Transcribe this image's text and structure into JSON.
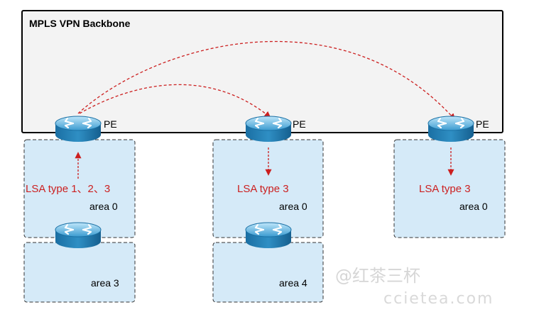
{
  "backbone": {
    "title": "MPLS VPN Backbone"
  },
  "pe_label": "PE",
  "sites": [
    {
      "lsa_label": "LSA type 1、2、3",
      "upper_area": "area 0",
      "lower_area": "area 3"
    },
    {
      "lsa_label": "LSA type 3",
      "upper_area": "area 0",
      "lower_area": "area 4"
    },
    {
      "lsa_label": "LSA type 3",
      "upper_area": "area 0"
    }
  ],
  "watermark": {
    "line1": "@红茶三杯",
    "line2": "ccietea.com"
  },
  "colors": {
    "area_fill": "#d5eaf8",
    "backbone_fill": "#f3f3f3",
    "arrow": "#d42020",
    "router": "#2f8fc4"
  },
  "icons": [
    "router-icon"
  ]
}
